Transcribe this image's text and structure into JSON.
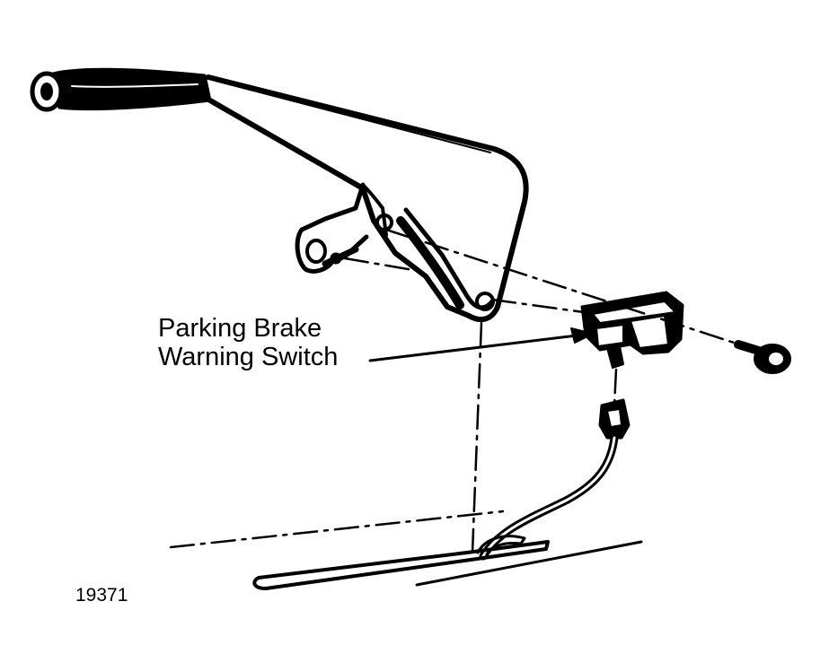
{
  "callout": {
    "line1": "Parking Brake",
    "line2": "Warning Switch"
  },
  "figure_number": "19371",
  "colors": {
    "ink": "#000000",
    "paper": "#ffffff"
  }
}
